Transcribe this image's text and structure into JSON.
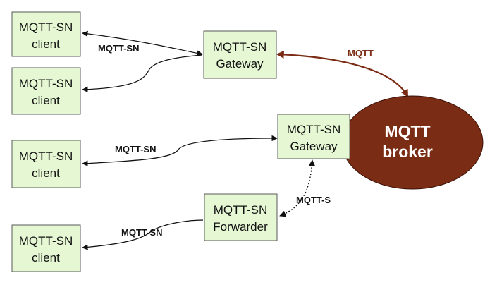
{
  "clients": [
    {
      "line1": "MQTT-SN",
      "line2": "client"
    },
    {
      "line1": "MQTT-SN",
      "line2": "client"
    },
    {
      "line1": "MQTT-SN",
      "line2": "client"
    },
    {
      "line1": "MQTT-SN",
      "line2": "client"
    }
  ],
  "gateway_top": {
    "line1": "MQTT-SN",
    "line2": "Gateway"
  },
  "gateway_mid": {
    "line1": "MQTT-SN",
    "line2": "Gateway"
  },
  "forwarder": {
    "line1": "MQTT-SN",
    "line2": "Forwarder"
  },
  "broker": {
    "line1": "MQTT",
    "line2": "broker",
    "color": "#7b2c14"
  },
  "labels": {
    "top_link": "MQTT-SN",
    "mqtt_link": "MQTT",
    "mid_link": "MQTT-SN",
    "forwarder_link": "MQTT-S",
    "bottom_link": "MQTT-SN"
  },
  "colors": {
    "box_fill": "#e6f7d4",
    "mqtt_arrow": "#7b2c14",
    "wire": "#111111"
  }
}
